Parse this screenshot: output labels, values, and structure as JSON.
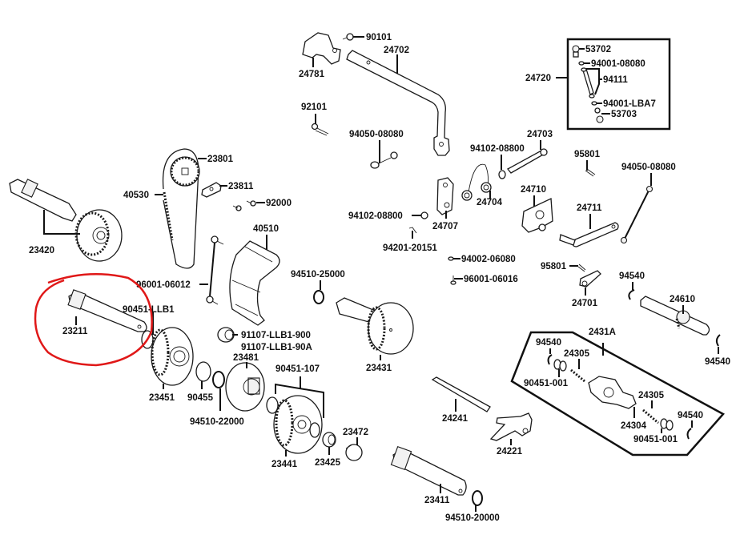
{
  "diagram": {
    "title": "Transmission / kick-start and drive parts exploded view",
    "highlight": {
      "part": "23211",
      "color": "#e01818",
      "shape": "hand-drawn circle"
    },
    "groups": [
      {
        "group": "24720",
        "members": [
          "53702",
          "94001-08080",
          "94111",
          "94001-LBA7",
          "53703"
        ]
      },
      {
        "group": "2431A",
        "members": [
          "94540",
          "24305",
          "90451-001",
          "24304",
          "24305",
          "94540",
          "90451-001"
        ]
      },
      {
        "group": "90451-107",
        "members": [
          "23441",
          "23425"
        ]
      }
    ],
    "labels": {
      "p90101": "90101",
      "p24702": "24702",
      "p24781": "24781",
      "p92101": "92101",
      "p94050_08080_a": "94050-08080",
      "p24720": "24720",
      "p53702": "53702",
      "p94001_08080": "94001-08080",
      "p94111": "94111",
      "p94001_lba7": "94001-LBA7",
      "p53703": "53703",
      "p24703": "24703",
      "p94102_08800_a": "94102-08800",
      "p95801_a": "95801",
      "p94050_08080_b": "94050-08080",
      "p23801": "23801",
      "p23811": "23811",
      "p40530": "40530",
      "p92000": "92000",
      "p23420": "23420",
      "p40510": "40510",
      "p96001_06012": "96001-06012",
      "p24704": "24704",
      "p24710": "24710",
      "p94102_08800_b": "94102-08800",
      "p24707": "24707",
      "p24711": "24711",
      "p94201_20151": "94201-20151",
      "p94002_06080": "94002-06080",
      "p96001_06016": "96001-06016",
      "p95801_b": "95801",
      "p94540_a": "94540",
      "p24701": "24701",
      "p24610": "24610",
      "p94510_25000": "94510-25000",
      "p90451_llb1": "90451-LLB1",
      "p23211": "23211",
      "p91107_llb1_900": "91107-LLB1-900",
      "p91107_llb1_90a": "91107-LLB1-90A",
      "p2431a": "2431A",
      "p94540_b": "94540",
      "p24305_a": "24305",
      "p90451_001_a": "90451-001",
      "p94540_c": "94540",
      "p23431": "23431",
      "p23481": "23481",
      "p90451_107": "90451-107",
      "p23451": "23451",
      "p90455": "90455",
      "p94510_22000": "94510-22000",
      "p24305_b": "24305",
      "p24304": "24304",
      "p94540_d": "94540",
      "p90451_001_b": "90451-001",
      "p24241": "24241",
      "p24221": "24221",
      "p23472": "23472",
      "p23441": "23441",
      "p23425": "23425",
      "p23411": "23411",
      "p94510_20000": "94510-20000"
    }
  }
}
